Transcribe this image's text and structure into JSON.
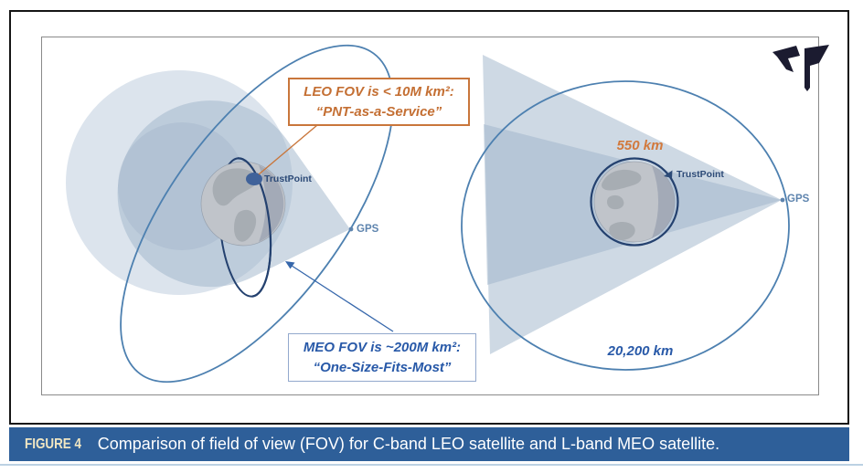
{
  "caption": {
    "label": "FIGURE 4",
    "text": "Comparison of field of view (FOV) for C-band LEO satellite and L-band MEO satellite."
  },
  "left_diagram": {
    "leo_callout": {
      "line1": "LEO FOV is < 10M km²:",
      "line2": "“PNT-as-a-Service”"
    },
    "meo_callout": {
      "line1": "MEO FOV is ~200M km²:",
      "line2": "“One-Size-Fits-Most”"
    },
    "satellite_label": "TrustPoint",
    "gps_label": "GPS"
  },
  "right_diagram": {
    "leo_altitude_label": "550 km",
    "meo_altitude_label": "20,200 km",
    "satellite_label": "TrustPoint",
    "gps_label": "GPS"
  },
  "colors": {
    "accent_orange": "#C9763B",
    "accent_blue": "#2859A8",
    "caption_bar_blue": "#2E5F99",
    "meo_orbit_stroke": "#4D80B0",
    "leo_orbit_stroke": "#24416F",
    "fov_fill_light": "#DCE4ED",
    "fov_fill_medium": "#C6D1DE"
  }
}
